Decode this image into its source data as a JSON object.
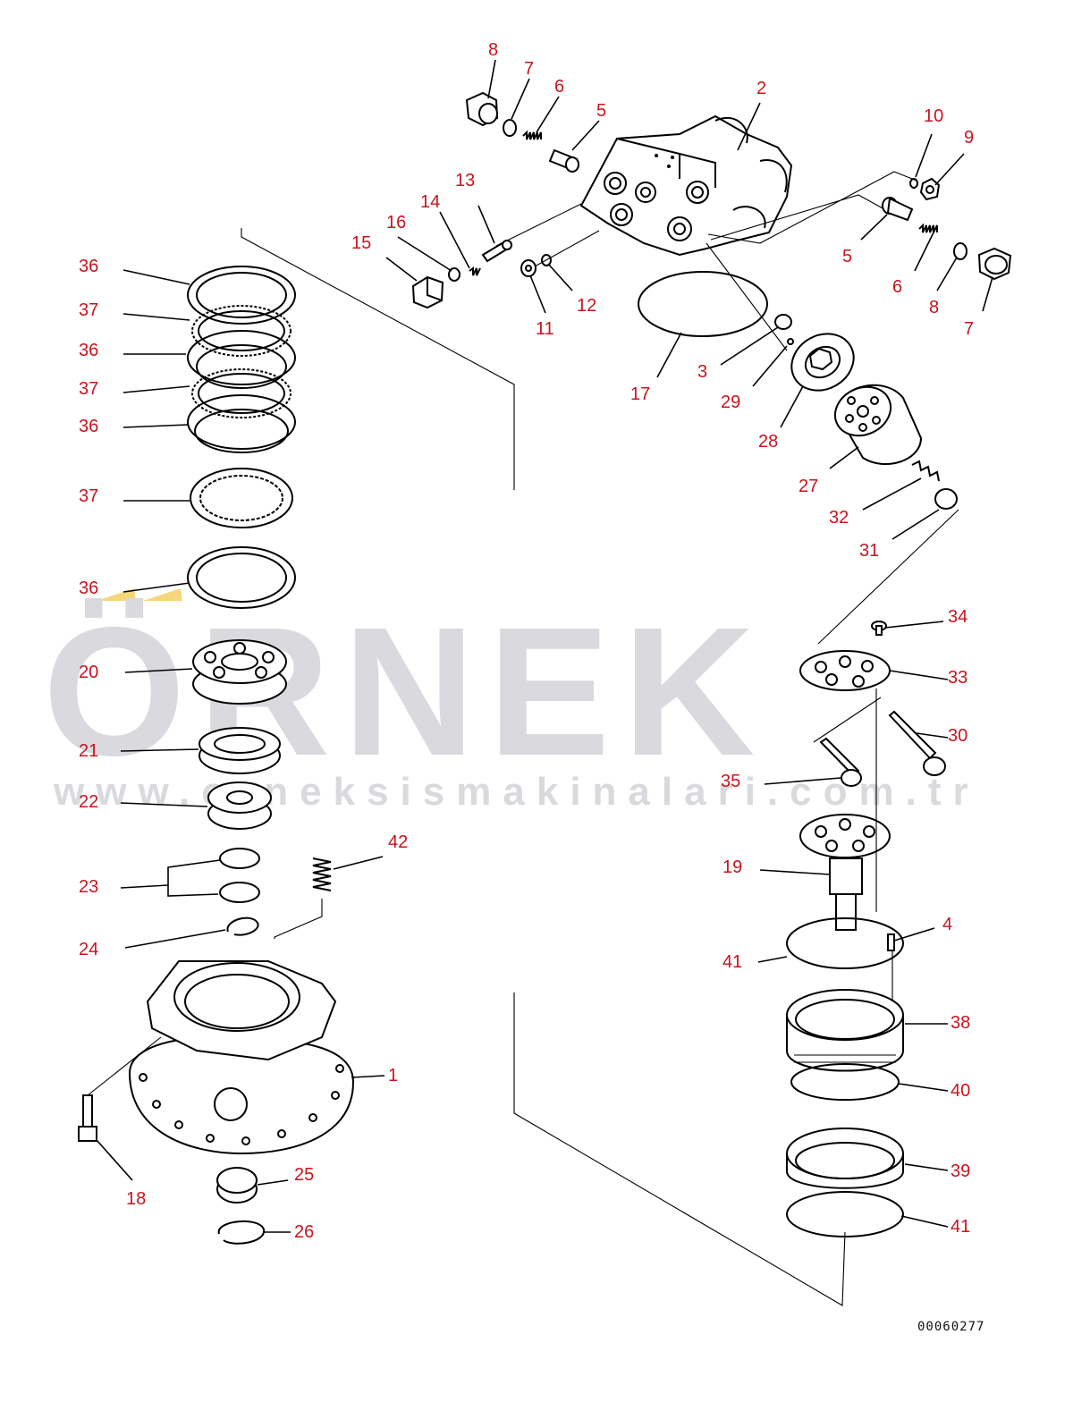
{
  "watermark": {
    "brand": "ÖRNEK",
    "url": "www.orneksismakinalari.com.tr"
  },
  "drawing_code": "00060277",
  "callouts": [
    {
      "label": "8"
    },
    {
      "label": "7"
    },
    {
      "label": "6"
    },
    {
      "label": "5"
    },
    {
      "label": "2"
    },
    {
      "label": "10"
    },
    {
      "label": "9"
    },
    {
      "label": "13"
    },
    {
      "label": "14"
    },
    {
      "label": "16"
    },
    {
      "label": "15"
    },
    {
      "label": "5"
    },
    {
      "label": "6"
    },
    {
      "label": "8"
    },
    {
      "label": "7"
    },
    {
      "label": "11"
    },
    {
      "label": "12"
    },
    {
      "label": "17"
    },
    {
      "label": "3"
    },
    {
      "label": "29"
    },
    {
      "label": "28"
    },
    {
      "label": "27"
    },
    {
      "label": "32"
    },
    {
      "label": "31"
    },
    {
      "label": "36"
    },
    {
      "label": "37"
    },
    {
      "label": "36"
    },
    {
      "label": "37"
    },
    {
      "label": "36"
    },
    {
      "label": "37"
    },
    {
      "label": "36"
    },
    {
      "label": "20"
    },
    {
      "label": "21"
    },
    {
      "label": "22"
    },
    {
      "label": "23"
    },
    {
      "label": "24"
    },
    {
      "label": "42"
    },
    {
      "label": "1"
    },
    {
      "label": "18"
    },
    {
      "label": "25"
    },
    {
      "label": "26"
    },
    {
      "label": "34"
    },
    {
      "label": "33"
    },
    {
      "label": "30"
    },
    {
      "label": "35"
    },
    {
      "label": "19"
    },
    {
      "label": "4"
    },
    {
      "label": "41"
    },
    {
      "label": "38"
    },
    {
      "label": "40"
    },
    {
      "label": "39"
    },
    {
      "label": "41"
    }
  ]
}
